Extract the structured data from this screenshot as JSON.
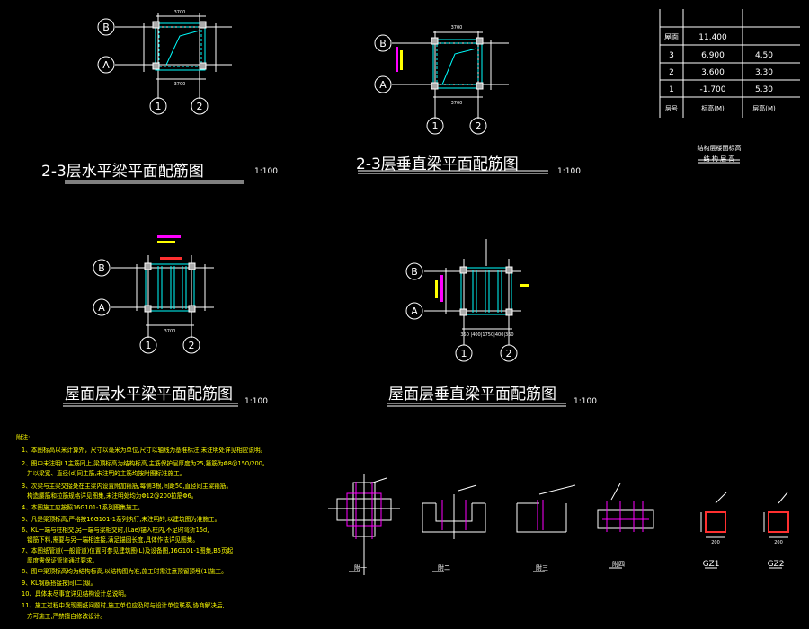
{
  "drawings": {
    "d1": {
      "title": "2-3层水平梁平面配筋图",
      "scale": "1:100"
    },
    "d2": {
      "title": "2-3层垂直梁平面配筋图",
      "scale": "1:100"
    },
    "d3": {
      "title": "屋面层水平梁平面配筋图",
      "scale": "1:100"
    },
    "d4": {
      "title": "屋面层垂直梁平面配筋图",
      "scale": "1:100"
    }
  },
  "axes": {
    "a": "A",
    "b": "B",
    "one": "1",
    "two": "2"
  },
  "dims": {
    "span": "3700",
    "small": "350",
    "parts": "350 |400|1750|400|350"
  },
  "level_table": {
    "rows": [
      {
        "floor": "屋面",
        "elev": "11.400",
        "height": ""
      },
      {
        "floor": "3",
        "elev": "6.900",
        "height": "4.50"
      },
      {
        "floor": "2",
        "elev": "3.600",
        "height": "3.30"
      },
      {
        "floor": "1",
        "elev": "-1.700",
        "height": "5.30"
      }
    ],
    "header": {
      "floor": "层号",
      "elev": "标高(M)",
      "height": "层高(M)"
    },
    "caption1": "结构层楼面标高",
    "caption2": "结 构 层 高"
  },
  "notes": {
    "heading": "附注:",
    "lines": [
      "1、本图标高以米计算外，尺寸以毫米为单位,尺寸以轴线为基准标注,未注明处详见相应说明。",
      "2、图中未注明L1主筋同上,梁顶标高为结构标高,主筋保护层厚度为25,箍筋为Φ8@150/200。",
      "并以梁宽、直径(d)同主筋,未注明的主筋均按附图标准施工。",
      "3、次梁与主梁交接处在主梁内设置附加箍筋,每侧3根,间距50,直径同主梁箍筋。",
      "构造腰筋和拉筋规格详见图集,未注明处均为Φ12@200拉筋Φ6。",
      "4、本图施工应按照16G101-1系列图集施工。",
      "5、凡是梁顶标高,严格按16G101-1系列执行,未注明的,以建筑图为准施工。",
      "6、KL一端与柱相交,另一端与梁相交时,(Lae)锚入柱内,不足时弯折15d,",
      "钢筋下料,需要与另一端相连接,满足锚固长度,具体作法详见图集。",
      "7、本图纸管道(一般管道)位置可参见建筑图(L)及设备图,16G101-1图集,B5页起",
      "厚度需保证管道通过要求。",
      "8、图中梁顶标高均为结构标高,以结构图为准,施工时需注意预留预埋(1)施工。",
      "9、KL钢筋搭接按同(二)级。",
      "10、具体未尽事宜详见结构设计总说明。",
      "11、施工过程中发现图纸问题时,施工单位应及时与设计单位联系,协商解决后,",
      "方可施工,严禁擅自修改设计。"
    ]
  },
  "details": {
    "labels": {
      "a": "附一",
      "b": "附二",
      "c": "附三",
      "d": "附四",
      "gz1": "GZ1",
      "gz2": "GZ2"
    },
    "gz_dim": "200"
  }
}
